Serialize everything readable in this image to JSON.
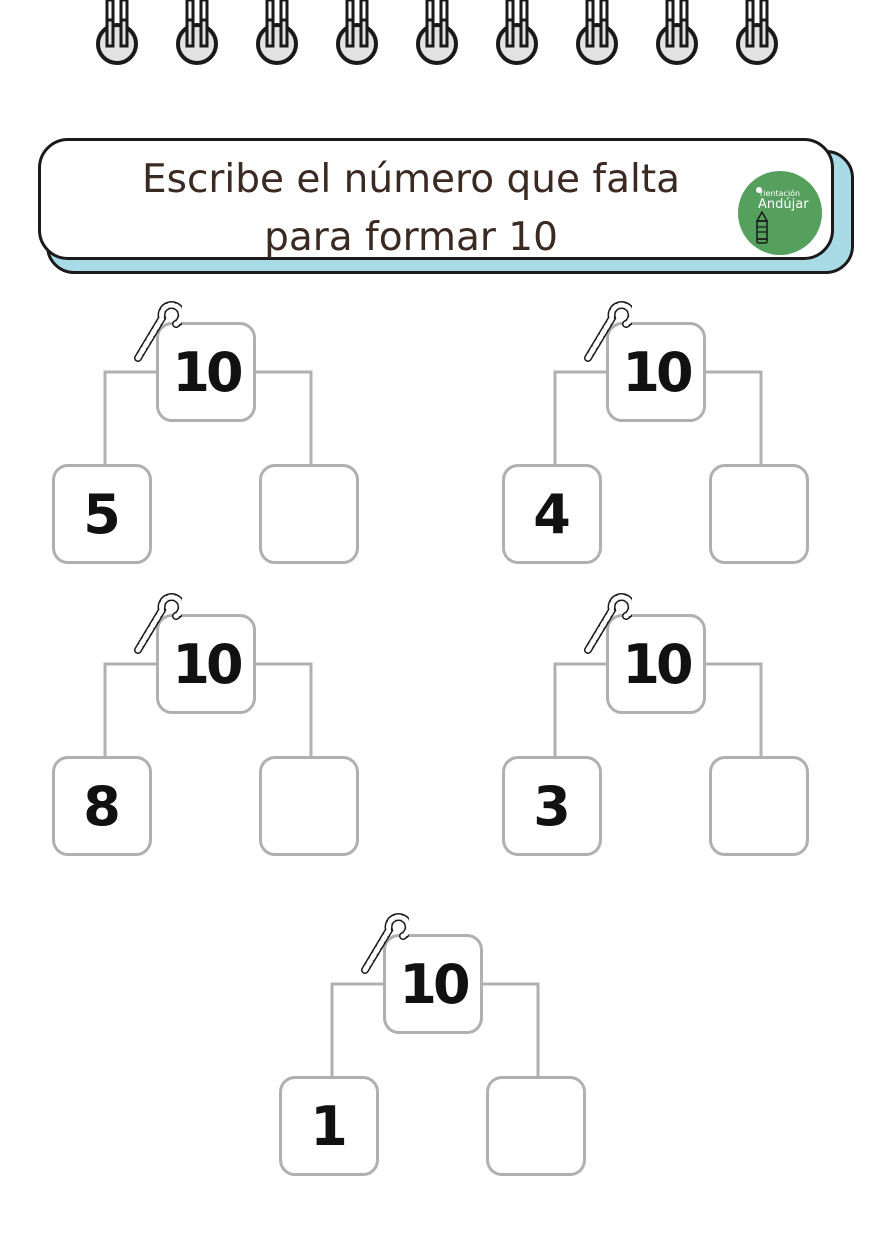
{
  "header": {
    "title_line1": "Escribe el número que falta",
    "title_line2": "para formar 10",
    "logo": {
      "small_text": "rientación",
      "big_text": "Andújar",
      "color": "#56a05e"
    }
  },
  "colors": {
    "ring": "#1a1a1a",
    "header_shadow": "#a9dbe6",
    "box_border": "#b0b0b0"
  },
  "trees": [
    {
      "total": "10",
      "known": "5",
      "missing": ""
    },
    {
      "total": "10",
      "known": "4",
      "missing": ""
    },
    {
      "total": "10",
      "known": "8",
      "missing": ""
    },
    {
      "total": "10",
      "known": "3",
      "missing": ""
    },
    {
      "total": "10",
      "known": "1",
      "missing": ""
    }
  ],
  "decorations": {
    "ring_count": 9,
    "tree_icon": "candy-cane-icon"
  }
}
